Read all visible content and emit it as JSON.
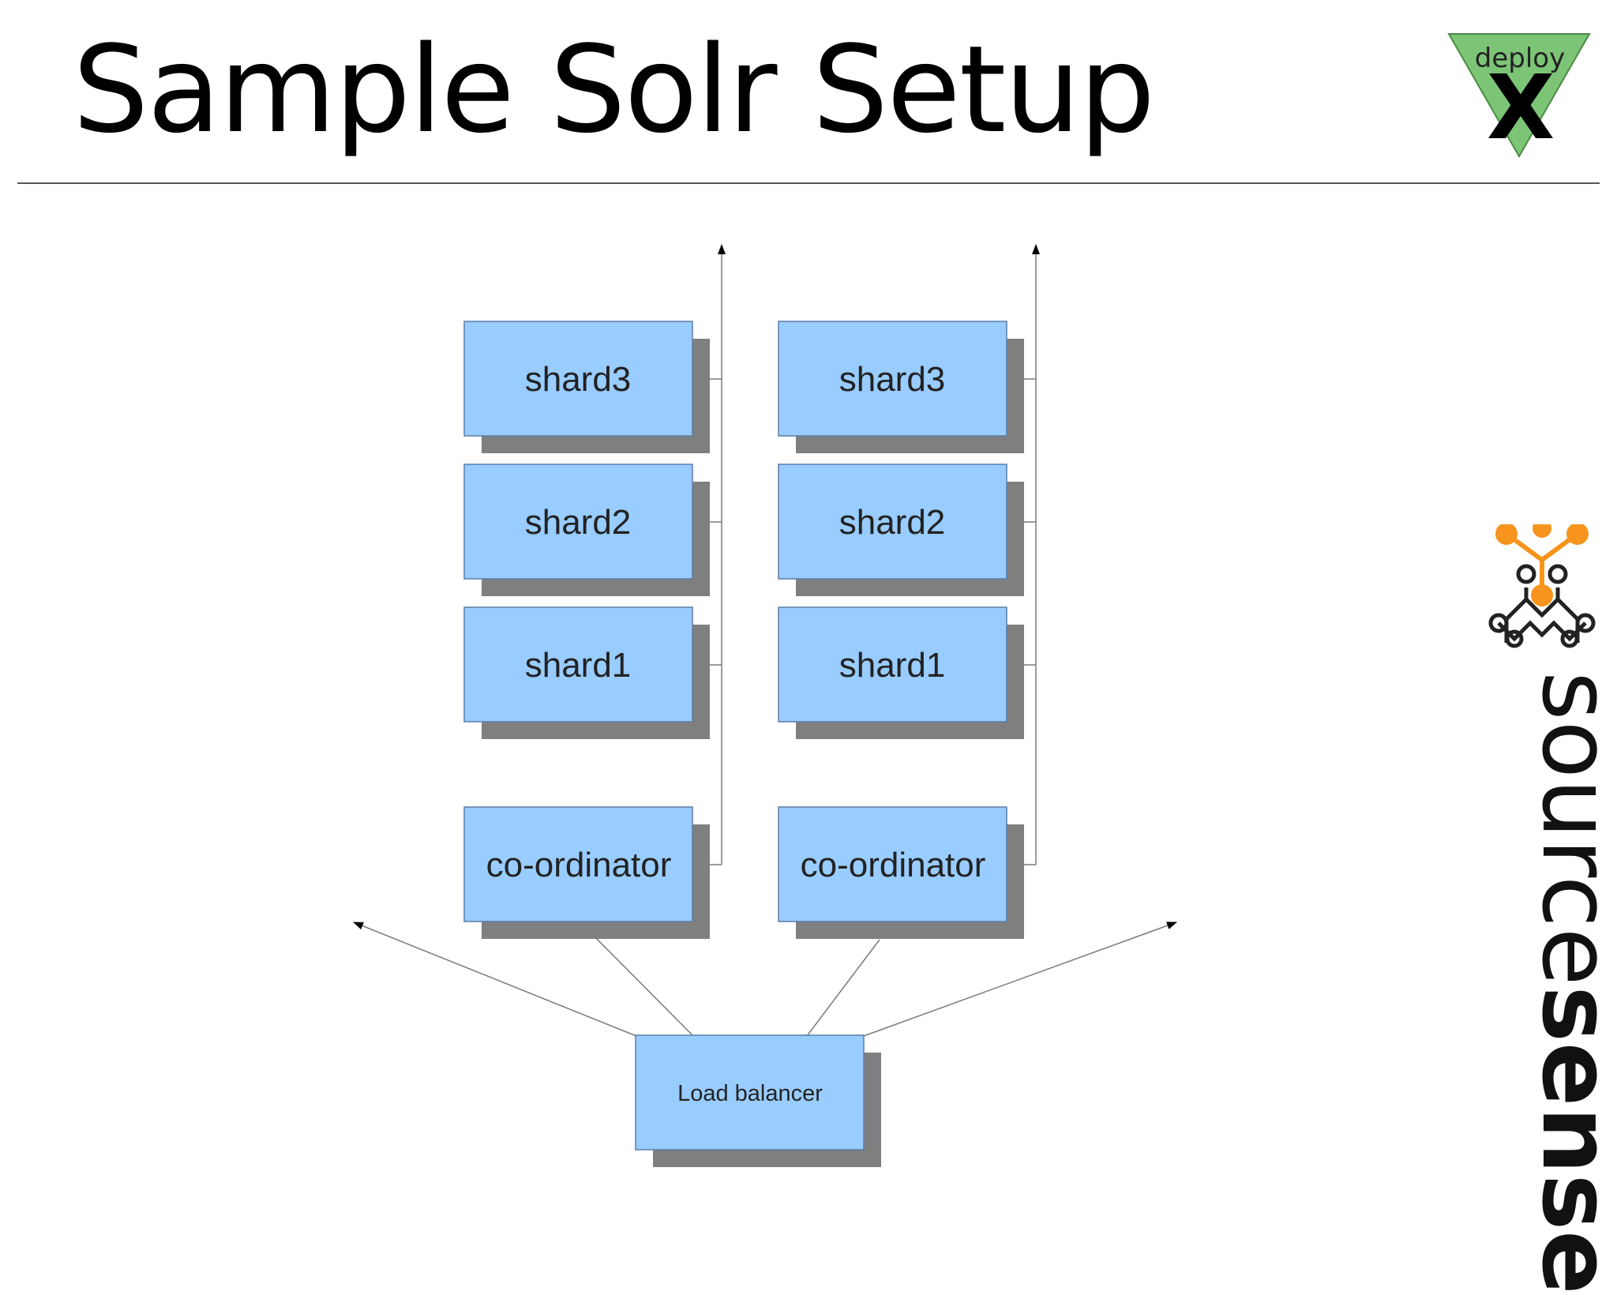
{
  "title": "Sample Solr Setup",
  "logo": {
    "text": "deploy",
    "mark": "X",
    "color": "#7cc576"
  },
  "brand": {
    "word_light": "source",
    "word_bold": "sense",
    "accent_color": "#f7941d"
  },
  "diagram": {
    "clusters": [
      {
        "shards": [
          "shard3",
          "shard2",
          "shard1"
        ],
        "coordinator": "co-ordinator"
      },
      {
        "shards": [
          "shard3",
          "shard2",
          "shard1"
        ],
        "coordinator": "co-ordinator"
      }
    ],
    "load_balancer": "Load balancer",
    "colors": {
      "box_fill": "#99ccff",
      "shadow": "#7f7f7f"
    }
  }
}
